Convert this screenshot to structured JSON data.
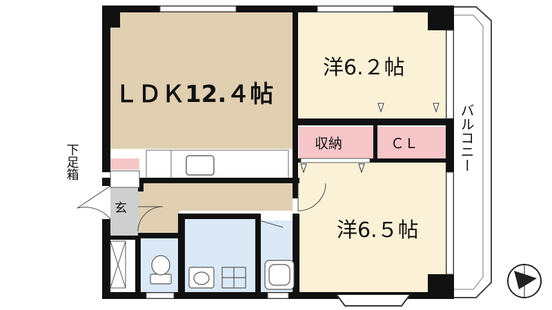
{
  "rooms": {
    "ldk": "ＬＤＫ12.４帖",
    "western1": "洋6.２帖",
    "western2": "洋6.５帖",
    "storage": "収納",
    "closet": "ＣＬ",
    "entrance": "玄",
    "shoe_box": "下足箱",
    "balcony": "バルコニー"
  },
  "colors": {
    "ldk_floor": "#e1cfb2",
    "western_floor": "#fbf1d6",
    "wet_area": "#dbe9f7",
    "storage": "#f6c6c9",
    "entrance": "#cfcfcf",
    "wall": "#111111"
  },
  "icons": [
    "compass-icon",
    "toilet-icon",
    "washbasin-icon",
    "bathtub-icon",
    "kitchen-sink-icon",
    "door-swing-icon"
  ]
}
